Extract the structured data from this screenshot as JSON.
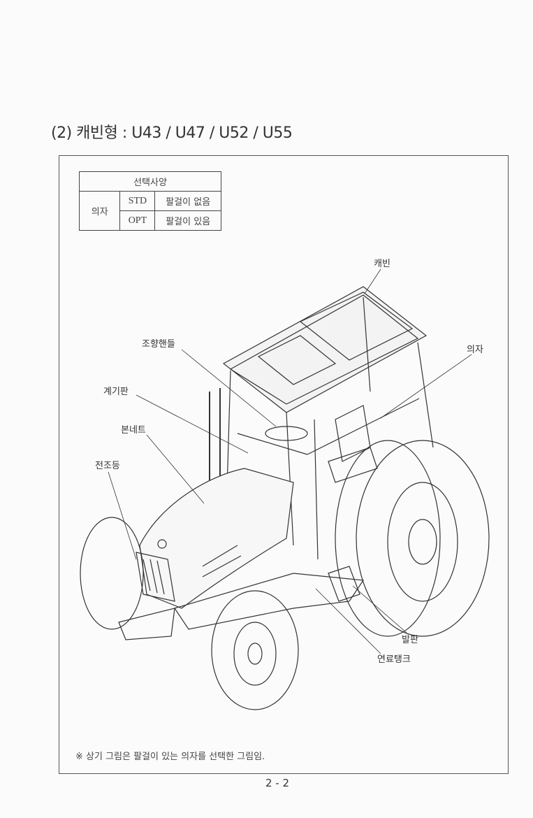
{
  "title": "(2) 캐빈형 : U43 / U47 / U52 / U55",
  "options_table": {
    "header": "선택사양",
    "row_label": "의자",
    "rows": [
      {
        "code": "STD",
        "desc": "팔걸이 없음"
      },
      {
        "code": "OPT",
        "desc": "팔걸이 있음"
      }
    ]
  },
  "callouts": {
    "cabin": "캐빈",
    "seat": "의자",
    "steering": "조향핸들",
    "dashboard": "계기판",
    "bonnet": "본네트",
    "headlight": "전조등",
    "step": "발판",
    "fuel_tank": "연료탱크"
  },
  "note": "※ 상기 그림은 팔걸이 있는 의자를 선택한 그림임.",
  "page_number": "2 - 2"
}
